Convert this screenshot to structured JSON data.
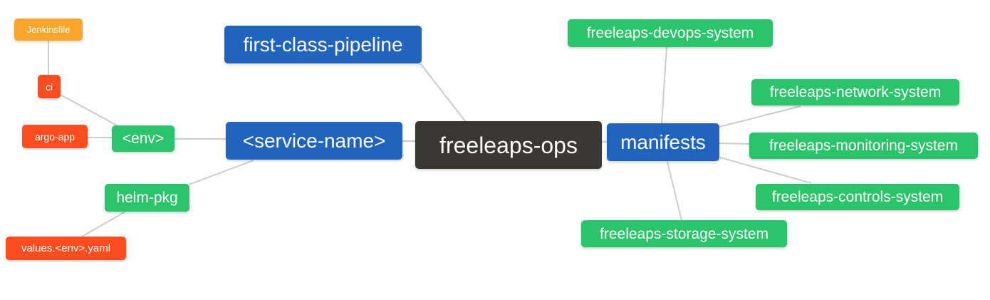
{
  "diagram": {
    "type": "mindmap",
    "root": "freeleaps-ops",
    "background": "#ffffff",
    "edge_color": "#cccccc",
    "palette": {
      "orange": "#F8A52A",
      "red": "#FB4D20",
      "green": "#2BC46A",
      "blue": "#2164BE",
      "dark": "#3B3733",
      "node_text": "#ffffff"
    },
    "nodes": [
      {
        "id": "jenkinsfile",
        "label": "Jenkinsfile",
        "color": "orange"
      },
      {
        "id": "ci",
        "label": "ci",
        "color": "red"
      },
      {
        "id": "argo-app",
        "label": "argo-app",
        "color": "red"
      },
      {
        "id": "env",
        "label": "<env>",
        "color": "green"
      },
      {
        "id": "service-name",
        "label": "<service-name>",
        "color": "blue"
      },
      {
        "id": "first-class-pipeline",
        "label": "first-class-pipeline",
        "color": "blue"
      },
      {
        "id": "freeleaps-ops",
        "label": "freeleaps-ops",
        "color": "dark"
      },
      {
        "id": "manifests",
        "label": "manifests",
        "color": "blue"
      },
      {
        "id": "freeleaps-devops-system",
        "label": "freeleaps-devops-system",
        "color": "green"
      },
      {
        "id": "freeleaps-network-system",
        "label": "freeleaps-network-system",
        "color": "green"
      },
      {
        "id": "freeleaps-monitoring-system",
        "label": "freeleaps-monitoring-system",
        "color": "green"
      },
      {
        "id": "freeleaps-controls-system",
        "label": "freeleaps-controls-system",
        "color": "green"
      },
      {
        "id": "freeleaps-storage-system",
        "label": "freeleaps-storage-system",
        "color": "green"
      },
      {
        "id": "helm-pkg",
        "label": "helm-pkg",
        "color": "green"
      },
      {
        "id": "values-env-yaml",
        "label": "values.<env>.yaml",
        "color": "red"
      }
    ],
    "connections": [
      [
        "jenkinsfile",
        "ci"
      ],
      [
        "ci",
        "env"
      ],
      [
        "argo-app",
        "env"
      ],
      [
        "env",
        "service-name"
      ],
      [
        "helm-pkg",
        "service-name"
      ],
      [
        "values-env-yaml",
        "helm-pkg"
      ],
      [
        "service-name",
        "freeleaps-ops"
      ],
      [
        "first-class-pipeline",
        "freeleaps-ops"
      ],
      [
        "freeleaps-ops",
        "manifests"
      ],
      [
        "manifests",
        "freeleaps-devops-system"
      ],
      [
        "manifests",
        "freeleaps-network-system"
      ],
      [
        "manifests",
        "freeleaps-monitoring-system"
      ],
      [
        "manifests",
        "freeleaps-controls-system"
      ],
      [
        "manifests",
        "freeleaps-storage-system"
      ]
    ]
  }
}
